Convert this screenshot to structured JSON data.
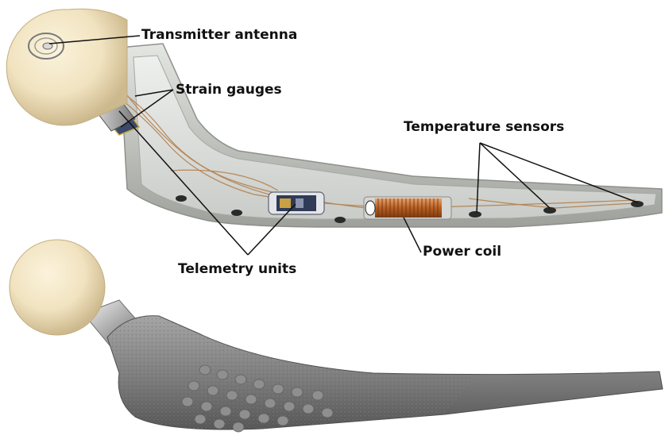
{
  "labels": {
    "transmitter_antenna": "Transmitter antenna",
    "strain_gauges": "Strain gauges",
    "temperature_sensors": "Temperature sensors",
    "telemetry_units": "Telemetry units",
    "power_coil": "Power coil"
  },
  "colors": {
    "ceramic_head": "#f1e3c0",
    "shell": "#c7c9c4",
    "stem_coating": "#8a8a8a",
    "coil": "#c8702e",
    "leader_line": "#111111"
  }
}
